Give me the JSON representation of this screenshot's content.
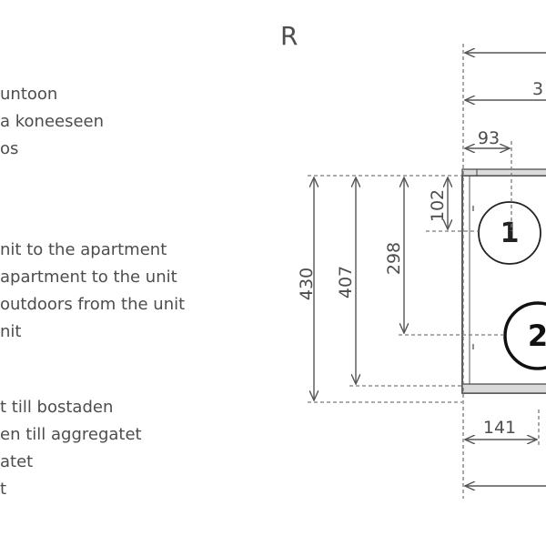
{
  "view_label": "R",
  "legend": {
    "fi": [
      "untoon",
      "a koneeseen",
      "os"
    ],
    "en": [
      "nit to the apartment",
      "apartment to the unit",
      "outdoors from the unit",
      "nit"
    ],
    "sv": [
      "t till bostaden",
      "en till aggregatet",
      "atet",
      "t"
    ]
  },
  "dimensions": {
    "total_height": "430",
    "height_407": "407",
    "height_298": "298",
    "height_102": "102",
    "width_93": "93",
    "width_141": "141",
    "top_width_partial": "3"
  },
  "ports": [
    "1",
    "2"
  ]
}
